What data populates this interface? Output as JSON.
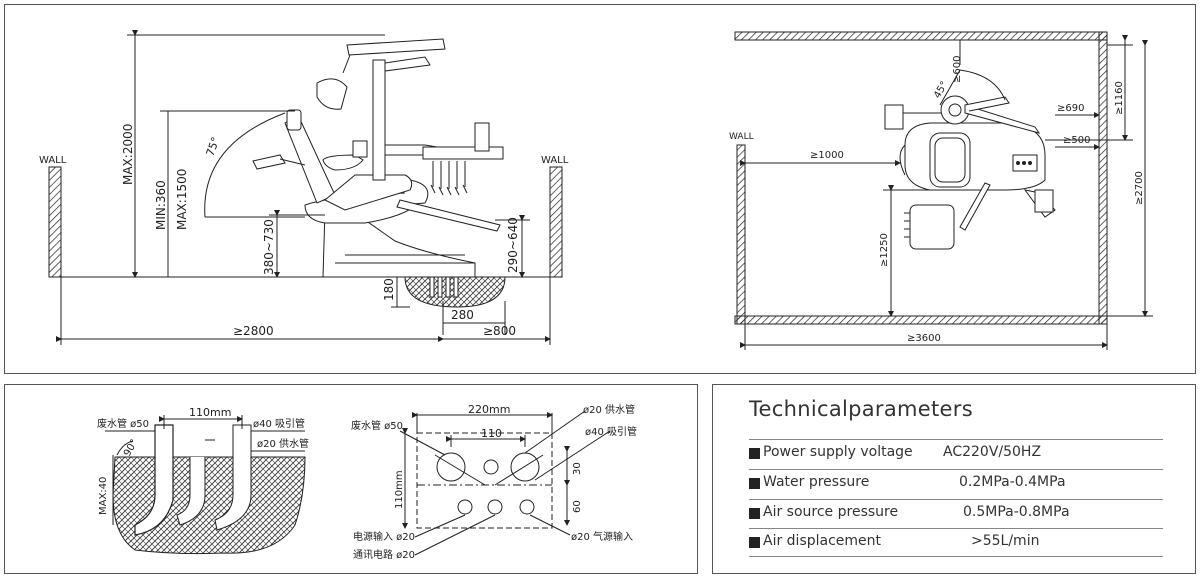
{
  "side_view": {
    "wall_left": "WALL",
    "wall_right": "WALL",
    "dim_max2000": "MAX:2000",
    "dim_min360": "MIN:360",
    "dim_max1500": "MAX:1500",
    "dim_380_730": "380~730",
    "dim_290_640": "290~640",
    "angle_75": "75°",
    "dim_180": "180",
    "dim_280": "280",
    "dim_2800": "≥2800",
    "dim_800": "≥800"
  },
  "top_view": {
    "wall": "WALL",
    "dim_600": "≥600",
    "angle_45": "45°",
    "dim_690": "≥690",
    "dim_500": "≥500",
    "dim_1000": "≥1000",
    "dim_1160": "≥1160",
    "dim_2700": "≥2700",
    "dim_1250": "≥1250",
    "dim_3600": "≥3600"
  },
  "pipe_left": {
    "dim_110mm": "110mm",
    "drain_pipe": "废水管 ø50",
    "suction_pipe": "ø40 吸引管",
    "water_supply": "ø20 供水管",
    "angle_90": "90°",
    "dim_max40": "MAX:40"
  },
  "pipe_right": {
    "dim_220mm": "220mm",
    "water_supply": "ø20 供水管",
    "drain_pipe": "废水管 ø50",
    "dim_110": "110",
    "suction_pipe": "ø40 吸引管",
    "dim_110mm": "110mm",
    "dim_30": "30",
    "dim_60": "60",
    "power_input": "电源输入 ø20",
    "comm_cable": "通讯电路 ø20",
    "air_input": "ø20 气源输入"
  },
  "tech": {
    "title": "Technicalparameters",
    "rows": [
      {
        "name": "Power supply voltage",
        "value": "AC220V/50HZ"
      },
      {
        "name": "Water pressure",
        "value": "0.2MPa-0.4MPa"
      },
      {
        "name": "Air source pressure",
        "value": "0.5MPa-0.8MPa"
      },
      {
        "name": "Air displacement",
        "value": ">55L/min"
      }
    ]
  }
}
